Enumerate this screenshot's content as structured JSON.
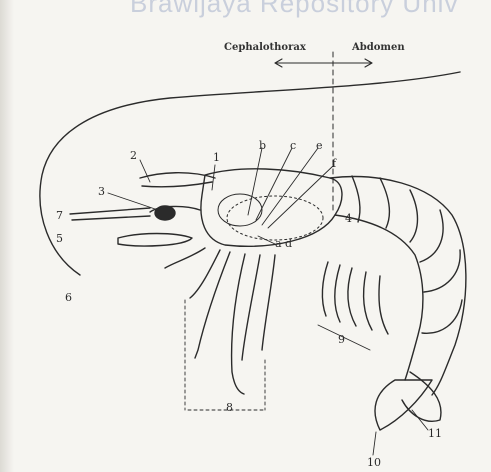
{
  "watermark": "Brawijaya  Repository Univ",
  "regions": {
    "cephalothorax": "Cephalothorax",
    "abdomen": "Abdomen"
  },
  "labels": {
    "l1": "1",
    "l2": "2",
    "l3": "3",
    "l4": "4",
    "l5": "5",
    "l6": "6",
    "l7": "7",
    "l8": "8",
    "l9": "9",
    "l10": "10",
    "l11": "11",
    "lb": "b",
    "lc": "c",
    "le": "e",
    "lf": "f",
    "la_d": "a d"
  },
  "colors": {
    "ink": "#2b2b2b",
    "paper": "#f6f5f1",
    "watermark": "#c9cfdc"
  }
}
